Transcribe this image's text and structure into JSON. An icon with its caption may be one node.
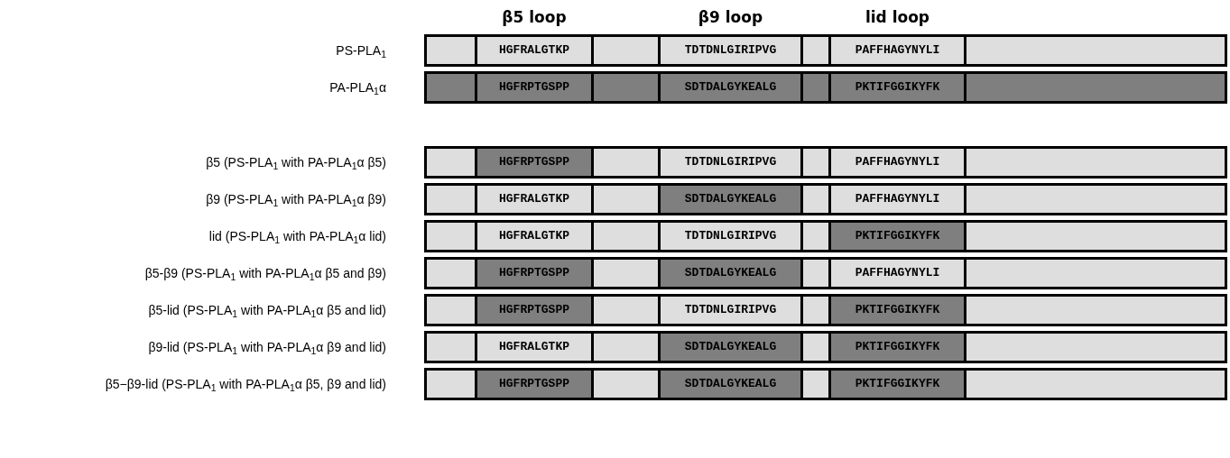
{
  "diagram": {
    "nodes": [
      {
        "text": [],
        "shape": "bar",
        "beside": [
          "PS-PLA$_{1}$"
        ]
      },
      {
        "text": [
          "HGFRALGTKP"
        ],
        "in": 0
      },
      {
        "text": [
          "TDTDNLGIRIPVG"
        ],
        "in": 0
      },
      {
        "text": [
          "PAFFHAGYNYLI"
        ],
        "in": 0
      },
      {
        "text": [],
        "shape": "bar",
        "beside": [
          "PA-PLA$_{1}$α"
        ]
      },
      {
        "text": [
          "HGFRPTGSPP"
        ],
        "in": 4
      },
      {
        "text": [
          "SDTDALGYKEALG"
        ],
        "in": 4
      },
      {
        "text": [
          "PKTIFGGIKYFK"
        ],
        "in": 4
      },
      {
        "text": [],
        "shape": "bar",
        "beside": [
          "β5 (PS-PLA$_{1}$ with PA-PLA$_{1}$α β5)"
        ]
      },
      {
        "text": [
          "HGFRPTGSPP"
        ],
        "in": 8
      },
      {
        "text": [
          "TDTDNLGIRIPVG"
        ],
        "in": 8
      },
      {
        "text": [
          "PAFFHAGYNYLI"
        ],
        "in": 8
      },
      {
        "text": [],
        "shape": "bar",
        "beside": [
          "β9 (PS-PLA$_{1}$ with PA-PLA$_{1}$α β9)"
        ]
      },
      {
        "text": [
          "HGFRALGTKP"
        ],
        "in": 12
      },
      {
        "text": [
          "SDTDALGYKEALG"
        ],
        "in": 12
      },
      {
        "text": [
          "PAFFHAGYNYLI"
        ],
        "in": 12
      },
      {
        "text": [],
        "shape": "bar",
        "beside": [
          "lid (PS-PLA$_{1}$ with PA-PLA$_{1}$α lid)"
        ]
      },
      {
        "text": [
          "HGFRALGTKP"
        ],
        "in": 16
      },
      {
        "text": [
          "TDTDNLGIRIPVG"
        ],
        "in": 16
      },
      {
        "text": [
          "PKTIFGGIKYFK"
        ],
        "in": 16
      },
      {
        "text": [],
        "shape": "bar",
        "beside": [
          "β5-β9 (PS-PLA$_{1}$ with PA-PLA$_{1}$α β5 and β9)"
        ]
      },
      {
        "text": [
          "HGFRPTGSPP"
        ],
        "in": 20
      },
      {
        "text": [
          "SDTDALGYKEALG"
        ],
        "in": 20
      },
      {
        "text": [
          "PAFFHAGYNYLI"
        ],
        "in": 20
      },
      {
        "text": [],
        "shape": "bar",
        "beside": [
          "β5-lid (PS-PLA$_{1}$ with PA-PLA$_{1}$α β5 and lid)"
        ]
      },
      {
        "text": [
          "HGFRPTGSPP"
        ],
        "in": 24
      },
      {
        "text": [
          "TDTDNLGIRIPVG"
        ],
        "in": 24
      },
      {
        "text": [
          "PKTIFGGIKYFK"
        ],
        "in": 24
      },
      {
        "text": [],
        "shape": "bar",
        "beside": [
          "β9-lid (PS-PLA$_{1}$ with PA-PLA$_{1}$α β9 and lid)"
        ]
      },
      {
        "text": [
          "HGFRALGTKP"
        ],
        "in": 28
      },
      {
        "text": [
          "SDTDALGYKEALG"
        ],
        "in": 28
      },
      {
        "text": [
          "PKTIFGGIKYFK"
        ],
        "in": 28
      },
      {
        "text": [],
        "shape": "bar",
        "beside": [
          "β5−β9-lid (PS-PLA$_{1}$ with PA-PLA$_{1}$α β5, β9 and lid)"
        ]
      },
      {
        "text": [
          "HGFRPTGSPP"
        ],
        "in": 32
      },
      {
        "text": [
          "SDTDALGYKEALG"
        ],
        "in": 32
      },
      {
        "text": [
          "PKTIFGGIKYFK"
        ],
        "in": 32
      }
    ],
    "labels": [
      "β5 loop",
      "β9 loop",
      "lid loop"
    ]
  }
}
